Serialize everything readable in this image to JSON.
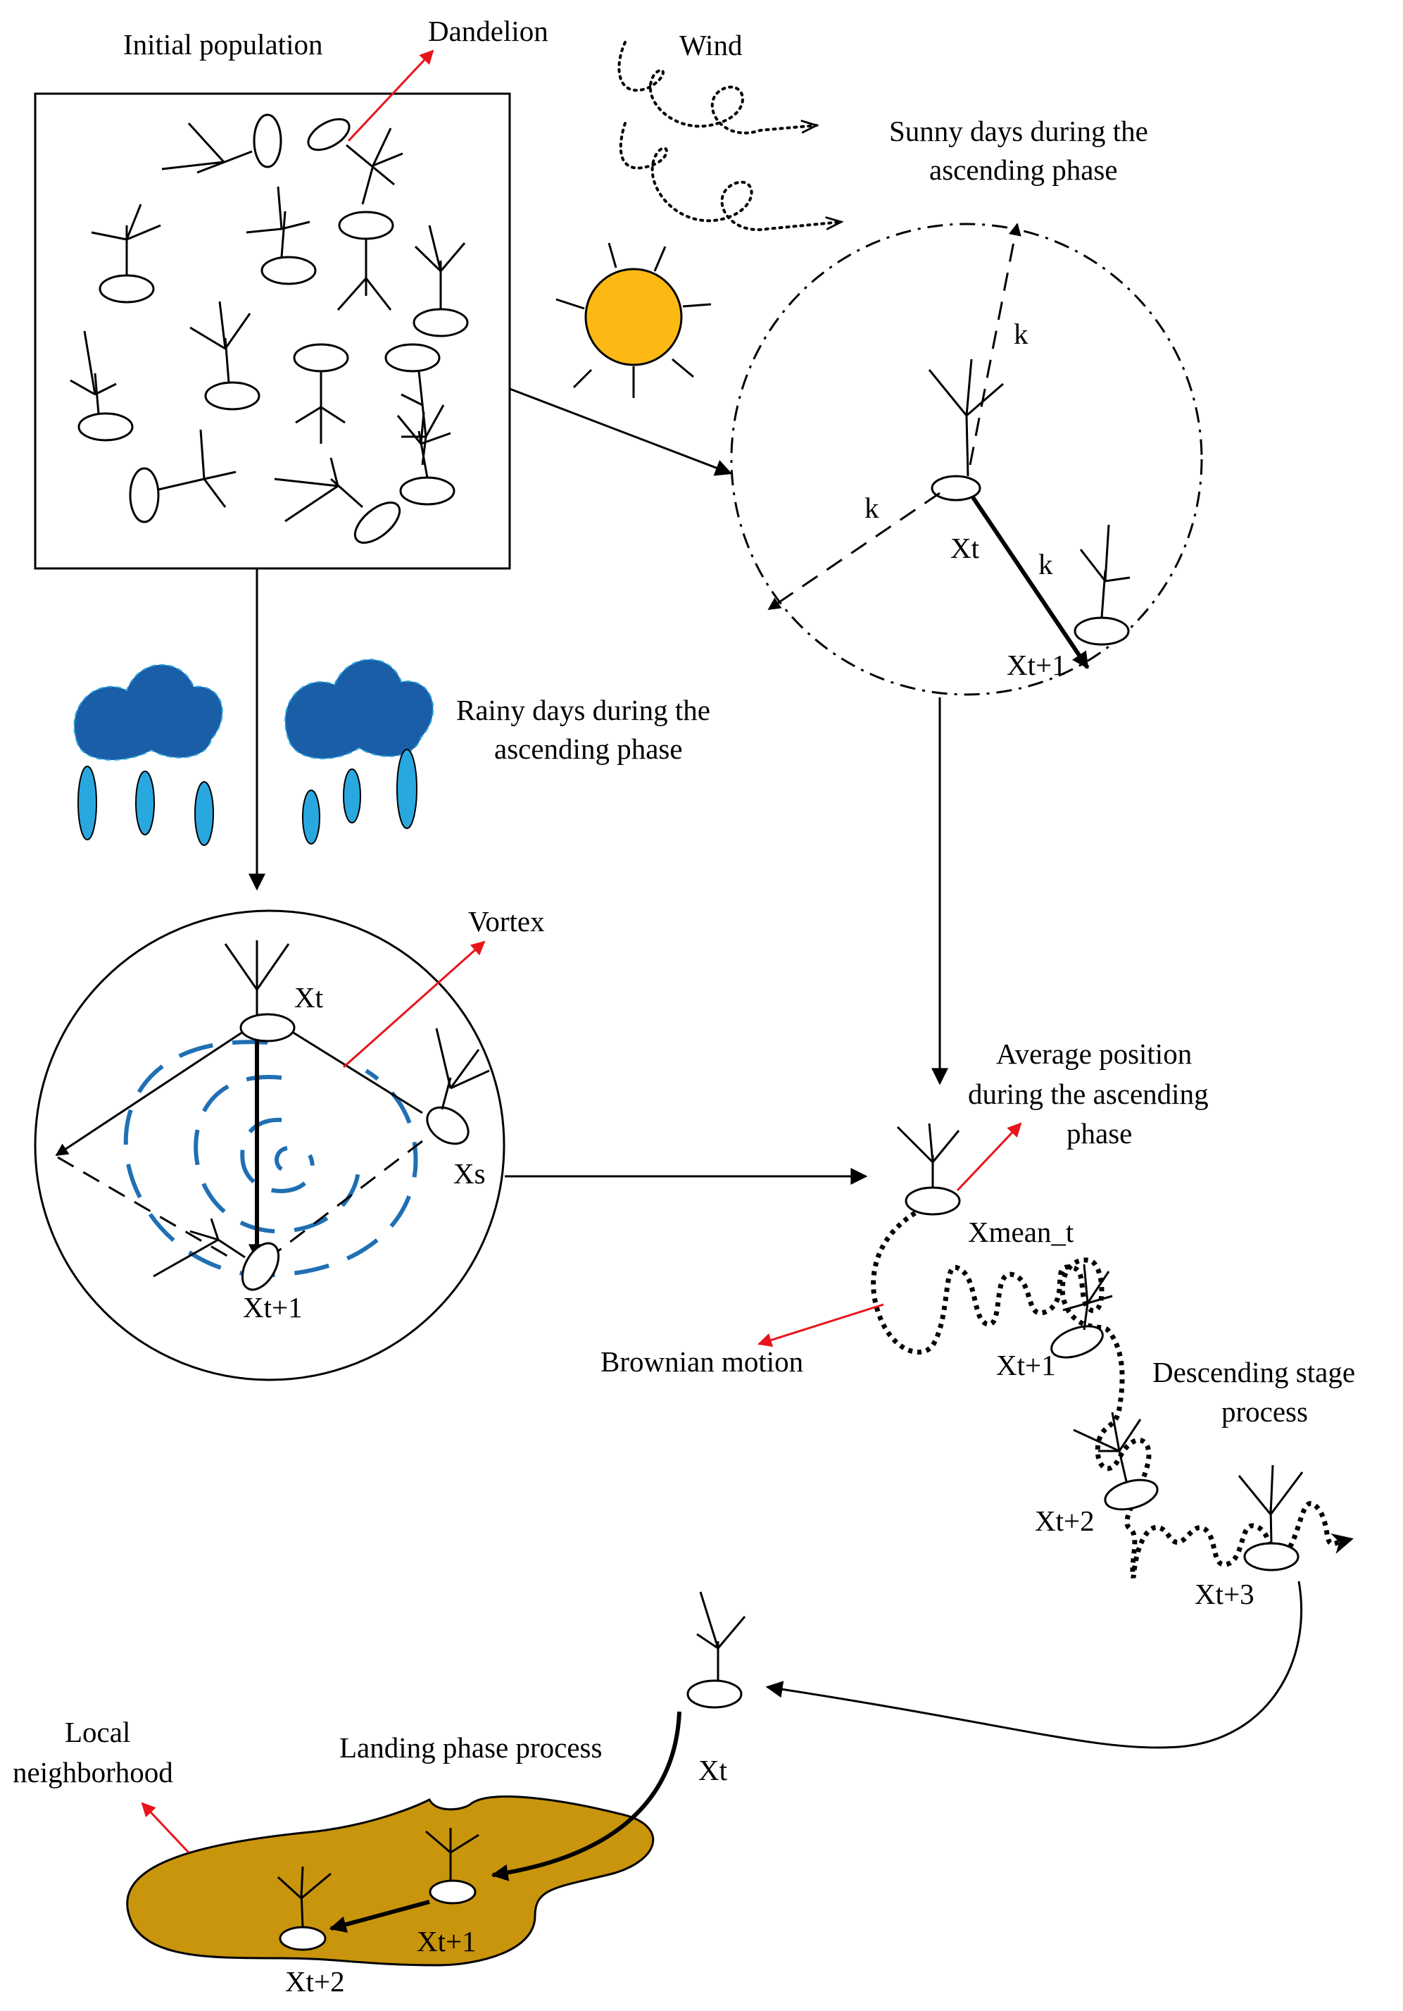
{
  "labels": {
    "initial_population": "Initial population",
    "dandelion": "Dandelion",
    "wind": "Wind",
    "sunny_days": [
      "Sunny days during the",
      "ascending phase"
    ],
    "rainy_days": [
      "Rainy days during the",
      "ascending phase"
    ],
    "vortex": "Vortex",
    "k_top": "k",
    "k_left": "k",
    "k_right": "k",
    "xt_sunny": "Xt",
    "xt1_sunny": "Xt+1",
    "xt_rainy": "Xt",
    "xs_rainy": "Xs",
    "xt1_rainy": "Xt+1",
    "average_position": [
      "Average position",
      "during the ascending",
      "phase"
    ],
    "xmean": "Xmean_t",
    "brownian_motion": "Brownian motion",
    "xt1_desc": "Xt+1",
    "descending_stage": [
      "Descending stage",
      "process"
    ],
    "xt2_desc": "Xt+2",
    "xt3_desc": "Xt+3",
    "local_neighborhood": [
      "Local",
      "neighborhood"
    ],
    "landing_phase": "Landing phase process",
    "xt_land": "Xt",
    "xt1_land": "Xt+1",
    "xt2_land": "Xt+2"
  },
  "colors": {
    "sun": "#fdb913",
    "cloud": "#1a5ea8",
    "raindrop": "#29a8e0",
    "vortex": "#1f6fb4",
    "ground": "#c8950c",
    "highlight_arrow": "#e8141b"
  },
  "icons": [
    "dandelion-icon",
    "sun-icon",
    "cloud-icon",
    "raindrop-icon",
    "wind-icon",
    "vortex-icon",
    "ground-patch"
  ]
}
